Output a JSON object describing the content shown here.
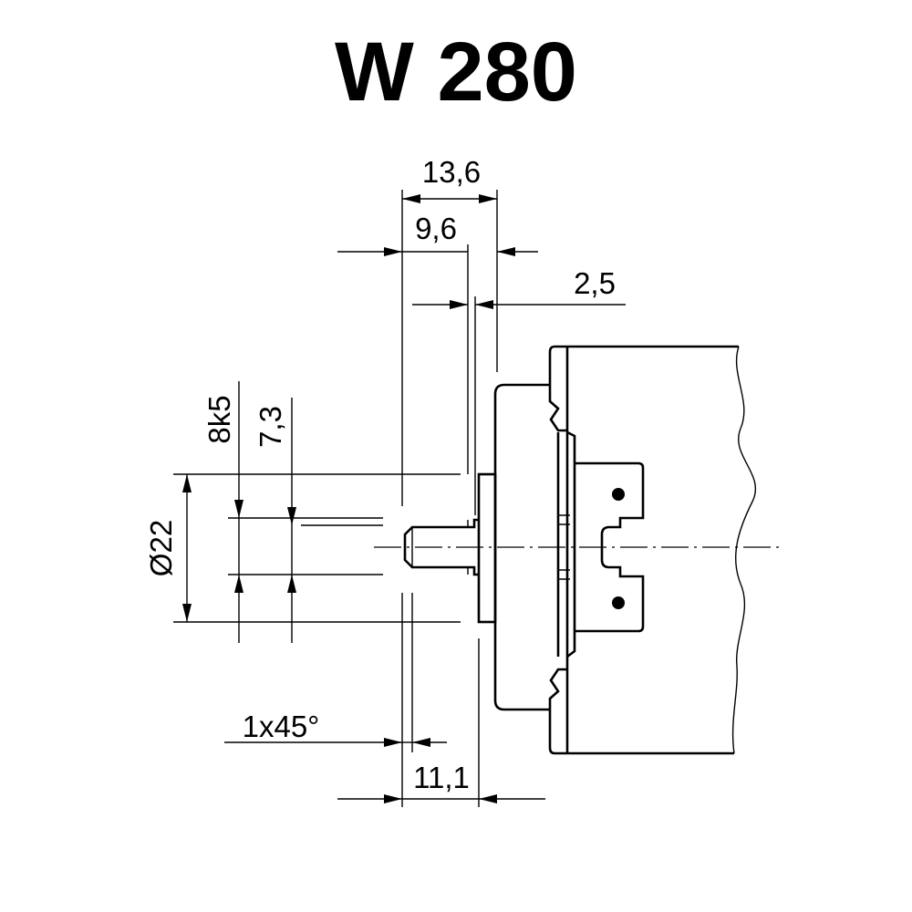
{
  "title": "W 280",
  "dimensions": {
    "d_13_6": "13,6",
    "d_9_6": "9,6",
    "d_2_5": "2,5",
    "d_8k5": "8k5",
    "d_7_3": "7,3",
    "d_22": "Ø22",
    "d_1x45": "1x45°",
    "d_11_1": "11,1"
  }
}
